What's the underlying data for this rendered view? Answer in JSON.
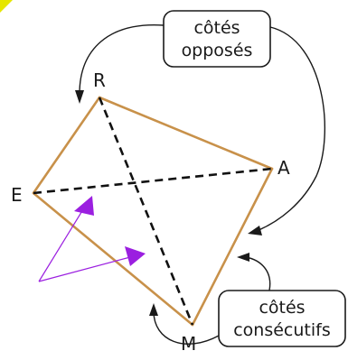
{
  "vertices": {
    "r": "R",
    "a": "A",
    "e": "E",
    "m": "M"
  },
  "callouts": {
    "opposite": {
      "line1": "côtés",
      "line2": "opposés"
    },
    "consecutive": {
      "line1": "côtés",
      "line2": "consécutifs"
    }
  },
  "colors": {
    "side": "#c8914a",
    "diagonal": "#111111",
    "pointer": "#9b1fe0",
    "corner_mark": "#e6e600"
  }
}
